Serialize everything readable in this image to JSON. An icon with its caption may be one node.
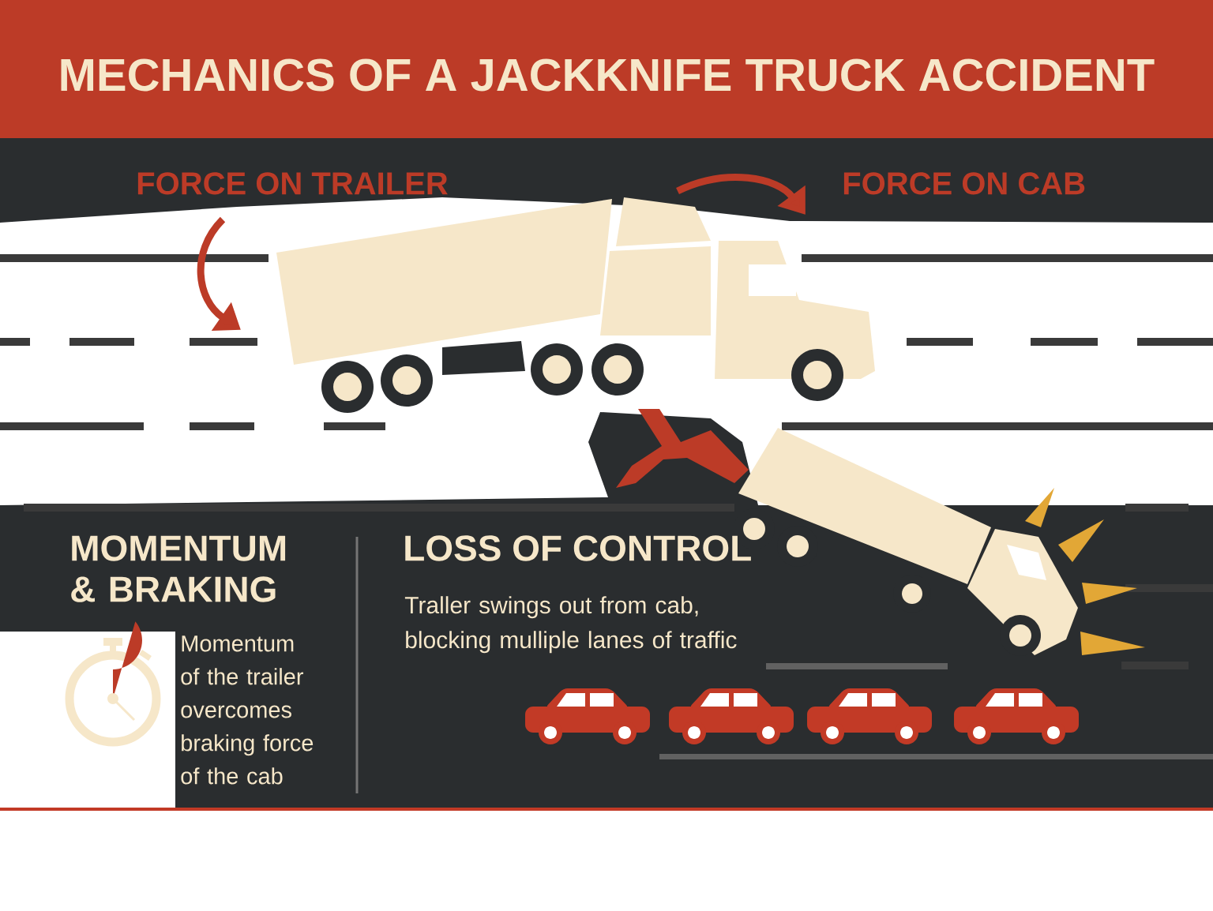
{
  "diagram": {
    "title": "MECHANICS OF A JACKKNIFE TRUCK ACCIDENT",
    "labels": [
      "FORCE ON TRAILER",
      "FORCE ON CAB",
      "MOMENTUM & BRAKING",
      "Momentum of the trailer overcomes braking force of the cab",
      "LOSS OF CONTROL",
      "Traller swings out from cab, blocking mulliple lanes of traffic"
    ]
  }
}
